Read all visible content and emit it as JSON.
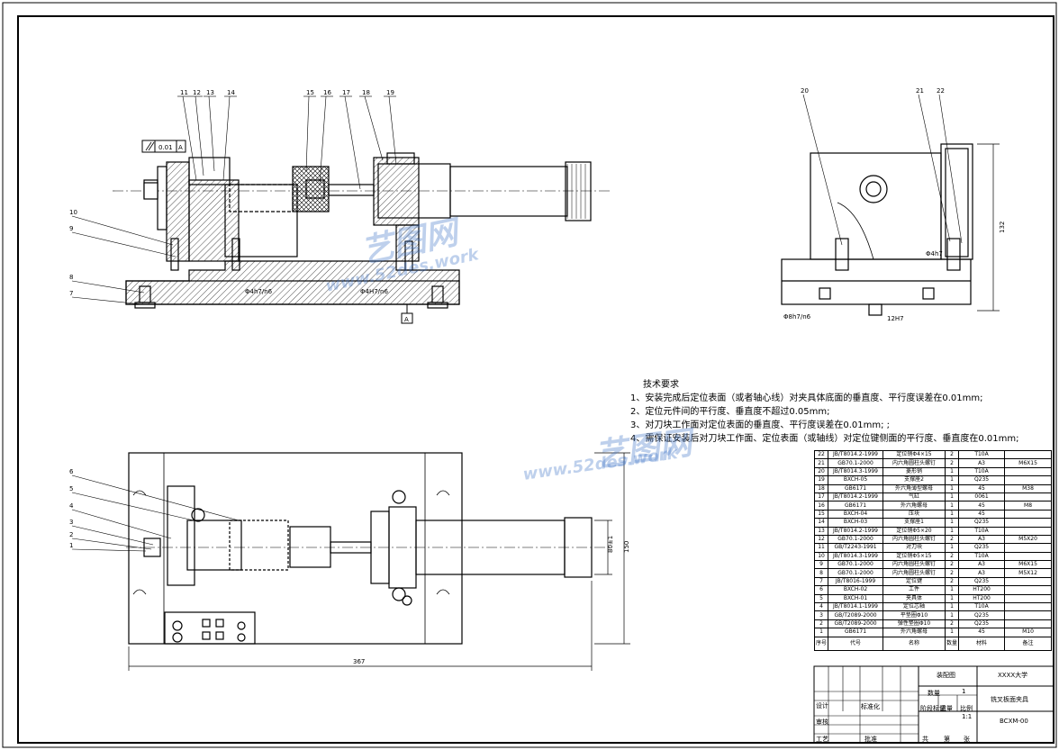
{
  "balloons_top": [
    "11",
    "12",
    "13",
    "14",
    "15",
    "16",
    "17",
    "18",
    "19"
  ],
  "balloons_left_top": [
    "10",
    "9",
    "8",
    "7"
  ],
  "balloons_side": [
    "20",
    "21",
    "22"
  ],
  "balloons_plan": [
    "6",
    "5",
    "4",
    "3",
    "2",
    "1"
  ],
  "dims": {
    "perp": "0.01",
    "datum": "A",
    "fit1": "Φ4h7/n6",
    "fit2": "Φ4H7/n6",
    "fit3": "Φ4h7",
    "fit4": "Φ8h7/n6",
    "fit5": "12H7",
    "h132": "132",
    "len367": "367",
    "w150": "150",
    "w80": "80±1"
  },
  "tech": {
    "heading": "技术要求",
    "lines": [
      "1、安装完成后定位表面（或者轴心线）对夹具体底面的垂直度、平行度误差在0.01mm;",
      "2、定位元件间的平行度、垂直度不超过0.05mm;",
      "3、对刀块工作面对定位表面的垂直度、平行度误差在0.01mm; ;",
      "4、需保证安装后对刀块工作面、定位表面（或轴线）对定位键侧面的平行度、垂直度在0.01mm;"
    ]
  },
  "bom": [
    [
      "22",
      "JB/T8014.2-1999",
      "定位销Φ4×15",
      "2",
      "T10A",
      ""
    ],
    [
      "21",
      "GB70.1-2000",
      "内六角圆柱头螺钉",
      "2",
      "A3",
      "M6X15"
    ],
    [
      "20",
      "JB/T8014.3-1999",
      "菱形销",
      "1",
      "T10A",
      ""
    ],
    [
      "19",
      "BXCH-05",
      "支撑座2",
      "1",
      "Q235",
      ""
    ],
    [
      "18",
      "GB6171",
      "外六角薄型螺母",
      "1",
      "45",
      "M38"
    ],
    [
      "17",
      "JB/T8014.2-1999",
      "气缸",
      "1",
      "0061",
      ""
    ],
    [
      "16",
      "GB6171",
      "外六角螺母",
      "1",
      "45",
      "M8"
    ],
    [
      "15",
      "BXCH-04",
      "压块",
      "1",
      "45",
      ""
    ],
    [
      "14",
      "BXCH-03",
      "支撑座1",
      "1",
      "Q235",
      ""
    ],
    [
      "13",
      "JB/T8014.2-1999",
      "定位销Φ5×20",
      "1",
      "T10A",
      ""
    ],
    [
      "12",
      "GB70.1-2000",
      "内六角圆柱头螺钉",
      "2",
      "A3",
      "M5X20"
    ],
    [
      "11",
      "GB/T2243-1991",
      "对刀块",
      "1",
      "Q235",
      ""
    ],
    [
      "10",
      "JB/T8014.3-1999",
      "定位销Φ5×15",
      "2",
      "T10A",
      ""
    ],
    [
      "9",
      "GB70.1-2000",
      "内六角圆柱头螺钉",
      "2",
      "A3",
      "M6X15"
    ],
    [
      "8",
      "GB70.1-2000",
      "内六角圆柱头螺钉",
      "2",
      "A3",
      "M5X12"
    ],
    [
      "7",
      "JB/T8016-1999",
      "定位键",
      "2",
      "Q235",
      ""
    ],
    [
      "6",
      "BXCH-02",
      "工件",
      "1",
      "HT200",
      ""
    ],
    [
      "5",
      "BXCH-01",
      "夹具体",
      "1",
      "HT200",
      ""
    ],
    [
      "4",
      "JB/T8014.1-1999",
      "定位芯轴",
      "1",
      "T10A",
      ""
    ],
    [
      "3",
      "GB/T2089-2000",
      "平垫圈Φ10",
      "1",
      "Q235",
      ""
    ],
    [
      "2",
      "GB/T2089-2000",
      "弹性垫圈Φ10",
      "2",
      "Q235",
      ""
    ],
    [
      "1",
      "GB6171",
      "外六角螺母",
      "1",
      "45",
      "M10"
    ]
  ],
  "bom_header": [
    "序号",
    "代号",
    "名称",
    "数量",
    "材料",
    "备注"
  ],
  "title_block": {
    "drawing": "装配图",
    "school": "XXXX大学",
    "name": "铣叉板面夹具",
    "code": "BCXM-00",
    "qty_label": "数量",
    "qty": "1",
    "scale_label": "比例",
    "scale": "1:1",
    "stage_label": "阶段标记",
    "weight_label": "重量",
    "design": "设计",
    "check": "审核",
    "craft": "工艺",
    "approve": "批准",
    "std": "标准化",
    "total": "共",
    "sheet": "张",
    "page": "第"
  },
  "watermark": {
    "cn": "艺图网",
    "url": "www.52des.work"
  },
  "colors": {
    "line": "#000000",
    "watermark": "#4a7ccd"
  }
}
